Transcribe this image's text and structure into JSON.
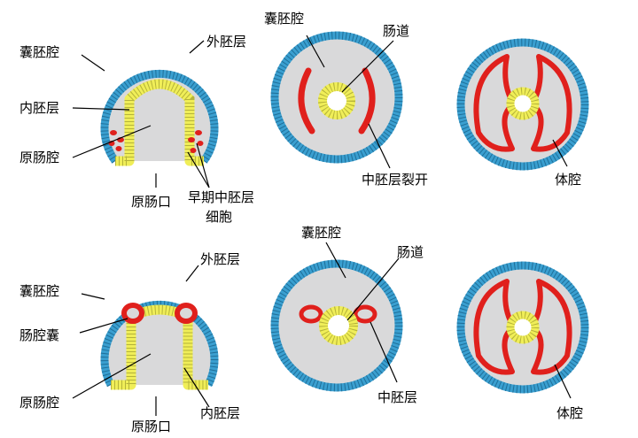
{
  "colors": {
    "ectoderm": "#3a9fd0",
    "endoderm": "#f0ee58",
    "mesoderm": "#e0201c",
    "blastocoel": "#d9d9da",
    "outline": "#666666"
  },
  "row1": {
    "stage1": {
      "blastocoel": "囊胚腔",
      "ectoderm": "外胚层",
      "endoderm": "内胚层",
      "archenteron": "原肠腔",
      "blastopore": "原肠口",
      "early_mesoderm_line1": "早期中胚层",
      "early_mesoderm_line2": "细胞"
    },
    "stage2": {
      "blastocoel": "囊胚腔",
      "gut": "肠道",
      "mesoderm_split": "中胚层裂开"
    },
    "stage3": {
      "coelom": "体腔"
    }
  },
  "row2": {
    "stage1": {
      "ectoderm": "外胚层",
      "blastocoel": "囊胚腔",
      "enterocoel_pouch": "肠腔囊",
      "archenteron": "原肠腔",
      "blastopore": "原肠口",
      "endoderm": "内胚层"
    },
    "stage2": {
      "blastocoel": "囊胚腔",
      "gut": "肠道",
      "mesoderm": "中胚层"
    },
    "stage3": {
      "coelom": "体腔"
    }
  }
}
